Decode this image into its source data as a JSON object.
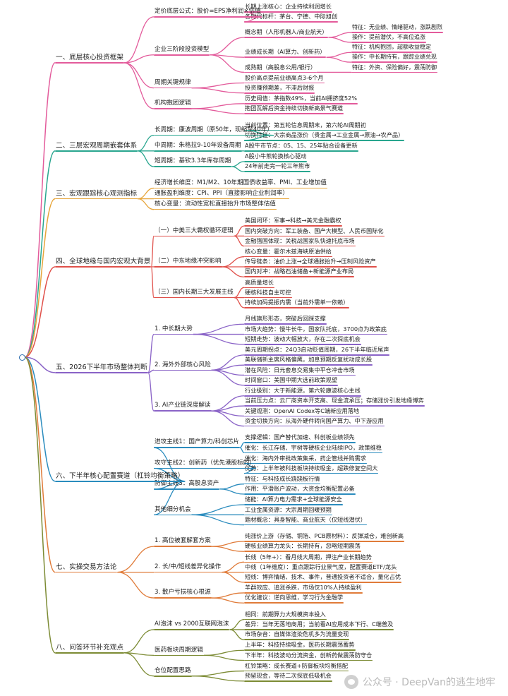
{
  "mindmap": [
    {
      "label": "一、底层核心投资框架",
      "children": [
        {
          "label": "定价底层公式：股价=EPS净利润×估值",
          "children": [
            {
              "label": "长期上涨核心：企业持续利润增长"
            },
            {
              "label": "各时代标杆：茅台、宁德、中际旭创"
            }
          ]
        },
        {
          "label": "企业三阶段投资模型",
          "children": [
            {
              "label": "概念期（人形机器人/商业航天）",
              "children": [
                {
                  "label": "特征：无业绩、情绪驱动，涨跌剧烈"
                },
                {
                  "label": "操作：提前潜伏，不高位追涨"
                }
              ]
            },
            {
              "label": "业绩成长期（AI算力、创新药）",
              "children": [
                {
                  "label": "特征：机构抱团，超额收益稳定"
                },
                {
                  "label": "操作：中长期持有，跟踪业绩兑现"
                }
              ]
            },
            {
              "label": "成熟期（高股息公用/银行）",
              "children": [
                {
                  "label": "特征：外资、保险偏好，震荡防御"
                }
              ]
            }
          ]
        },
        {
          "label": "周期关键规律",
          "children": [
            {
              "label": "股价高点提前业绩高点3-6个月"
            },
            {
              "label": "投资赚预期差，不滞后财报"
            }
          ]
        },
        {
          "label": "机构抱团逻辑",
          "children": [
            {
              "label": "历史阈值：茅指数49%，当前AI拥挤度52%"
            },
            {
              "label": "抱团瓦解后资金持续切换新高景气赛道"
            }
          ]
        }
      ]
    },
    {
      "label": "二、三层宏观周期嵌套体系",
      "children": [
        {
          "label": "长周期：康波周期（原50年，现缩至40年）",
          "children": [
            {
              "label": "当前位置：第五轮信息周期末，第六轮AI周期初"
            },
            {
              "label": "切换特征：大宗商品涨价（贵金属→工业金属→原油→农产品）"
            }
          ]
        },
        {
          "label": "中周期：朱格拉9-10年设备周期",
          "children": [
            {
              "label": "A股牛市节点：05、15、25年贴合设备更新"
            }
          ]
        },
        {
          "label": "短周期：基钦3.3年库存周期",
          "children": [
            {
              "label": "A股小牛熊轮换核心驱动"
            },
            {
              "label": "24年前走完一轮三年熊市"
            }
          ]
        }
      ]
    },
    {
      "label": "三、宏观跟踪核心观测指标",
      "children": [
        {
          "label": "经济增长维度：M1/M2、10年期国债收益率、PMI、工业增加值"
        },
        {
          "label": "通胀盈利维度：CPI、PPI（直接影响企业利润率）"
        },
        {
          "label": "核心变量：流动性宽松直接抬升市场整体估值"
        }
      ]
    },
    {
      "label": "四、全球地缘与国内宏观大背景",
      "children": [
        {
          "label": "（一）中美三大霸权循环逻辑",
          "children": [
            {
              "label": "美国闭环：军事→科技→美元金融霸权"
            },
            {
              "label": "国内突破方向：军工装备、国产大模型、人民币国际化"
            },
            {
              "label": "金融强国体现：关税战国家队快速托底市场"
            }
          ]
        },
        {
          "label": "（二）中东地缘冲突影响",
          "children": [
            {
              "label": "核心变量：霍尔木兹海峡原油供给"
            },
            {
              "label": "传导链条：油价上涨→全球通胀抬升→压制风险资产"
            },
            {
              "label": "国内对冲：战略石油储备+新能源产业布局"
            }
          ]
        },
        {
          "label": "（三）国内长期三大发展主线",
          "children": [
            {
              "label": "高质量增长"
            },
            {
              "label": "硬核科技自主可控"
            },
            {
              "label": "持续加码提振内需（当前外需单一依赖）"
            }
          ]
        }
      ]
    },
    {
      "label": "五、2026下半年市场整体判断",
      "children": [
        {
          "label": "1. 中长期大势",
          "children": [
            {
              "label": "月线旗形形态，突破后回踩支撑"
            },
            {
              "label": "市场大趋势：慢牛长牛，国家队托底，3700点为政策底"
            },
            {
              "label": "短期走势：波动大幅放大，存在二次探底机会"
            }
          ]
        },
        {
          "label": "2. 海外外部核心风险",
          "children": [
            {
              "label": "美元周期拐点：24Q3启动贬值周期，26下半年临近尾声"
            },
            {
              "label": "美联储新主席风格偏鹰，加息预期反复扰动成长股"
            },
            {
              "label": "潜在风险：日元套息交易集中平仓冲击市场"
            },
            {
              "label": "时间窗口：美国中期大选前政策观望"
            }
          ]
        },
        {
          "label": "3. AI产业链深度解读",
          "children": [
            {
              "label": "行业级别：大于新能源，第六轮康波核心主线"
            },
            {
              "label": "当前压力点：云厂商资本开支高、现金流承压；存储涨价引发地缘博弈"
            },
            {
              "label": "关键观测：OpenAI Codex等C端新应用落地"
            },
            {
              "label": "资金切换方向：从海外硬件转向国产算力、中下游应用"
            }
          ]
        }
      ]
    },
    {
      "label": "六、下半年核心配置赛道（杠铃均衡策略）",
      "children": [
        {
          "label": "进攻主线1：国产算力/科创芯片",
          "children": [
            {
              "label": "支撑逻辑：国产替代加速、科创板业绩领先"
            },
            {
              "label": "催化：长江存储、宇树等硬核企业陆续IPO，政策维稳"
            }
          ]
        },
        {
          "label": "攻守主线2：创新药（优先港股标的）",
          "children": [
            {
              "label": "催化：海内外审批政策集采，药企管线并购需求"
            },
            {
              "label": "优势：上半年被科技板块持续吸金，超跌修复空间大"
            }
          ]
        },
        {
          "label": "防御主线3：高股息资产",
          "children": [
            {
              "label": "特征：与科技成长跷跷板行情"
            },
            {
              "label": "作用：平滑账户波动，大资金均衡配置必备"
            }
          ]
        },
        {
          "label": "其他细分机会",
          "children": [
            {
              "label": "储能：AI算力电力需求+全球能源安全"
            },
            {
              "label": "工业金属资源：大宗周期回暖预期"
            },
            {
              "label": "题材概念：具身智能、商业航天（仅短线潜伏）"
            }
          ]
        }
      ]
    },
    {
      "label": "七、实操交易方法论",
      "children": [
        {
          "label": "1. 高位被套解套方案",
          "children": [
            {
              "label": "纯涨价上游（存储、铜箔、PCB原材料）：反弹减仓，难创新高"
            },
            {
              "label": "硬核业绩算力龙头：长期持有，忽略短期震荡"
            }
          ]
        },
        {
          "label": "2. 长/中/短线差异化操作",
          "children": [
            {
              "label": "长线（5年+）：看月线大周期，押注产业长期趋势"
            },
            {
              "label": "中线（1年维度）：重点跟踪行业景气度，配置赛道ETF/龙头"
            },
            {
              "label": "短线：博弈情绪、技术、事件，普通投资者不适合，量化占优"
            }
          ]
        },
        {
          "label": "3. 散户亏损核心根源",
          "children": [
            {
              "label": "羊群效应、追涨杀跌，市场仅10%人持续盈利"
            },
            {
              "label": "优化建议：逆向思维，学习行为金融学"
            }
          ]
        }
      ]
    },
    {
      "label": "八、问答环节补充观点",
      "children": [
        {
          "label": "AI泡沫 vs 2000互联网泡沫",
          "children": [
            {
              "label": "相同：前期算力大规模资本投入"
            },
            {
              "label": "差异：当年无落地商用；当前看AI应用成本下行、C端普及"
            },
            {
              "label": "市场杂音：自媒体渲染危机多为流量变现"
            }
          ]
        },
        {
          "label": "医药板块周期逻辑",
          "children": [
            {
              "label": "上半年：科技持续吸金，医药长期震荡蓄势"
            },
            {
              "label": "下半年：科技波动分流资金，创新药做震荡防守仓"
            }
          ]
        },
        {
          "label": "仓位配置思路",
          "children": [
            {
              "label": "杠铃策略：成长赛道+防御板块均衡搭配"
            },
            {
              "label": "预留现金，等待二次探底低吸机会"
            }
          ]
        }
      ]
    }
  ],
  "colors": {
    "root": "#2f6fb0",
    "branches": [
      "#e35b9b",
      "#29a68f",
      "#e7a53a",
      "#e0504a",
      "#8a63c7",
      "#2b8cbe",
      "#e07b39",
      "#7c8b34"
    ],
    "text": "#1f1f1f"
  },
  "watermark": {
    "icon": "wechat-official-account-icon",
    "text": "公众号 · DeepVan的逃生地牢"
  }
}
